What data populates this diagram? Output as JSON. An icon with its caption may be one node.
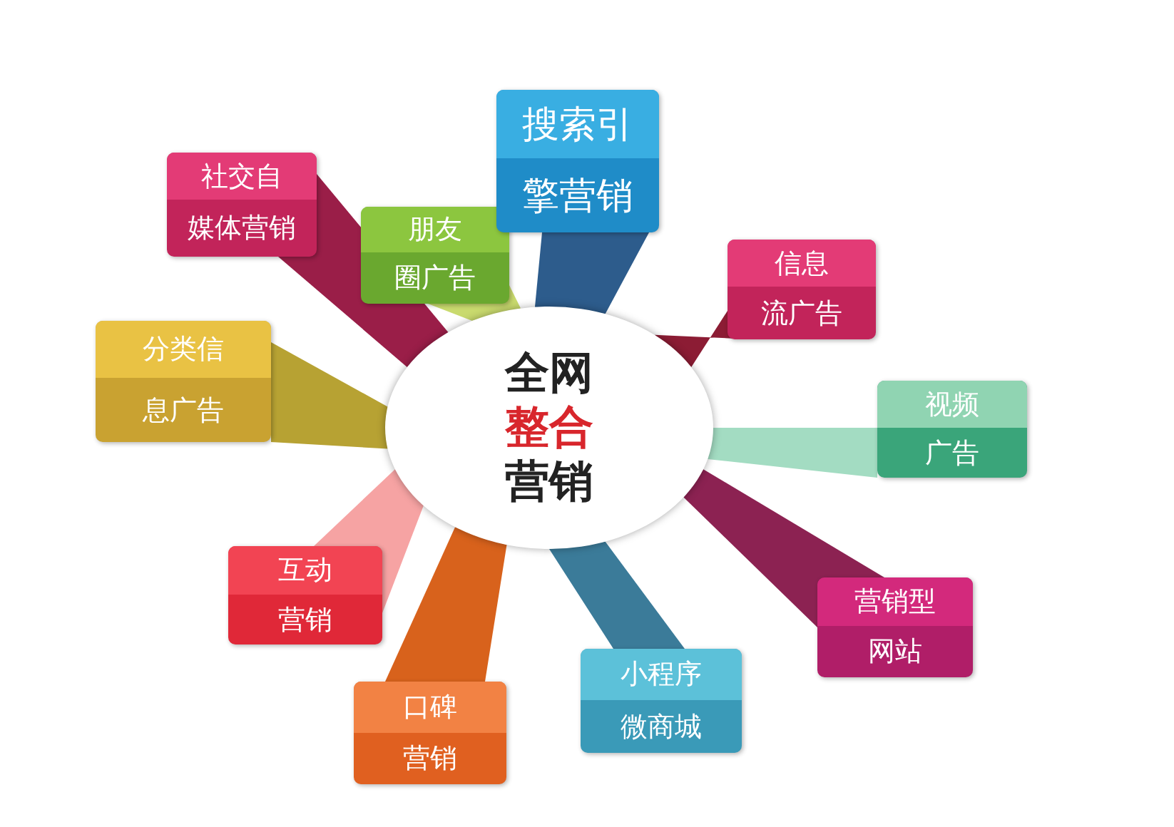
{
  "diagram": {
    "nodes": [
      {
        "text": [
          "全网",
          "整合",
          "营销"
        ]
      },
      {
        "text": [
          "社交自",
          "媒体营销"
        ]
      },
      {
        "text": [
          "朋友",
          "圈广告"
        ]
      },
      {
        "text": [
          "搜索引",
          "擎营销"
        ]
      },
      {
        "text": [
          "信息",
          "流广告"
        ]
      },
      {
        "text": [
          "视频",
          "广告"
        ]
      },
      {
        "text": [
          "营销型",
          "网站"
        ]
      },
      {
        "text": [
          "小程序",
          "微商城"
        ]
      },
      {
        "text": [
          "口碑",
          "营销"
        ]
      },
      {
        "text": [
          "互动",
          "营销"
        ]
      },
      {
        "text": [
          "分类信",
          "息广告"
        ]
      }
    ],
    "edges": [
      {
        "from": 1,
        "to": 0,
        "arrow": "none",
        "color": "#9a1e48"
      },
      {
        "from": 2,
        "to": 0,
        "arrow": "none",
        "color": "#c9da6e"
      },
      {
        "from": 3,
        "to": 0,
        "arrow": "none",
        "color": "#2d5c8c"
      },
      {
        "from": 4,
        "to": 0,
        "arrow": "none",
        "color": "#8c1c34"
      },
      {
        "from": 5,
        "to": 0,
        "arrow": "none",
        "color": "#a3dcc2"
      },
      {
        "from": 6,
        "to": 0,
        "arrow": "none",
        "color": "#8c2252"
      },
      {
        "from": 7,
        "to": 0,
        "arrow": "none",
        "color": "#3b7b99"
      },
      {
        "from": 8,
        "to": 0,
        "arrow": "none",
        "color": "#d8621c"
      },
      {
        "from": 9,
        "to": 0,
        "arrow": "none",
        "color": "#f6a3a3"
      },
      {
        "from": 10,
        "to": 0,
        "arrow": "none",
        "color": "#b7a233"
      }
    ]
  }
}
